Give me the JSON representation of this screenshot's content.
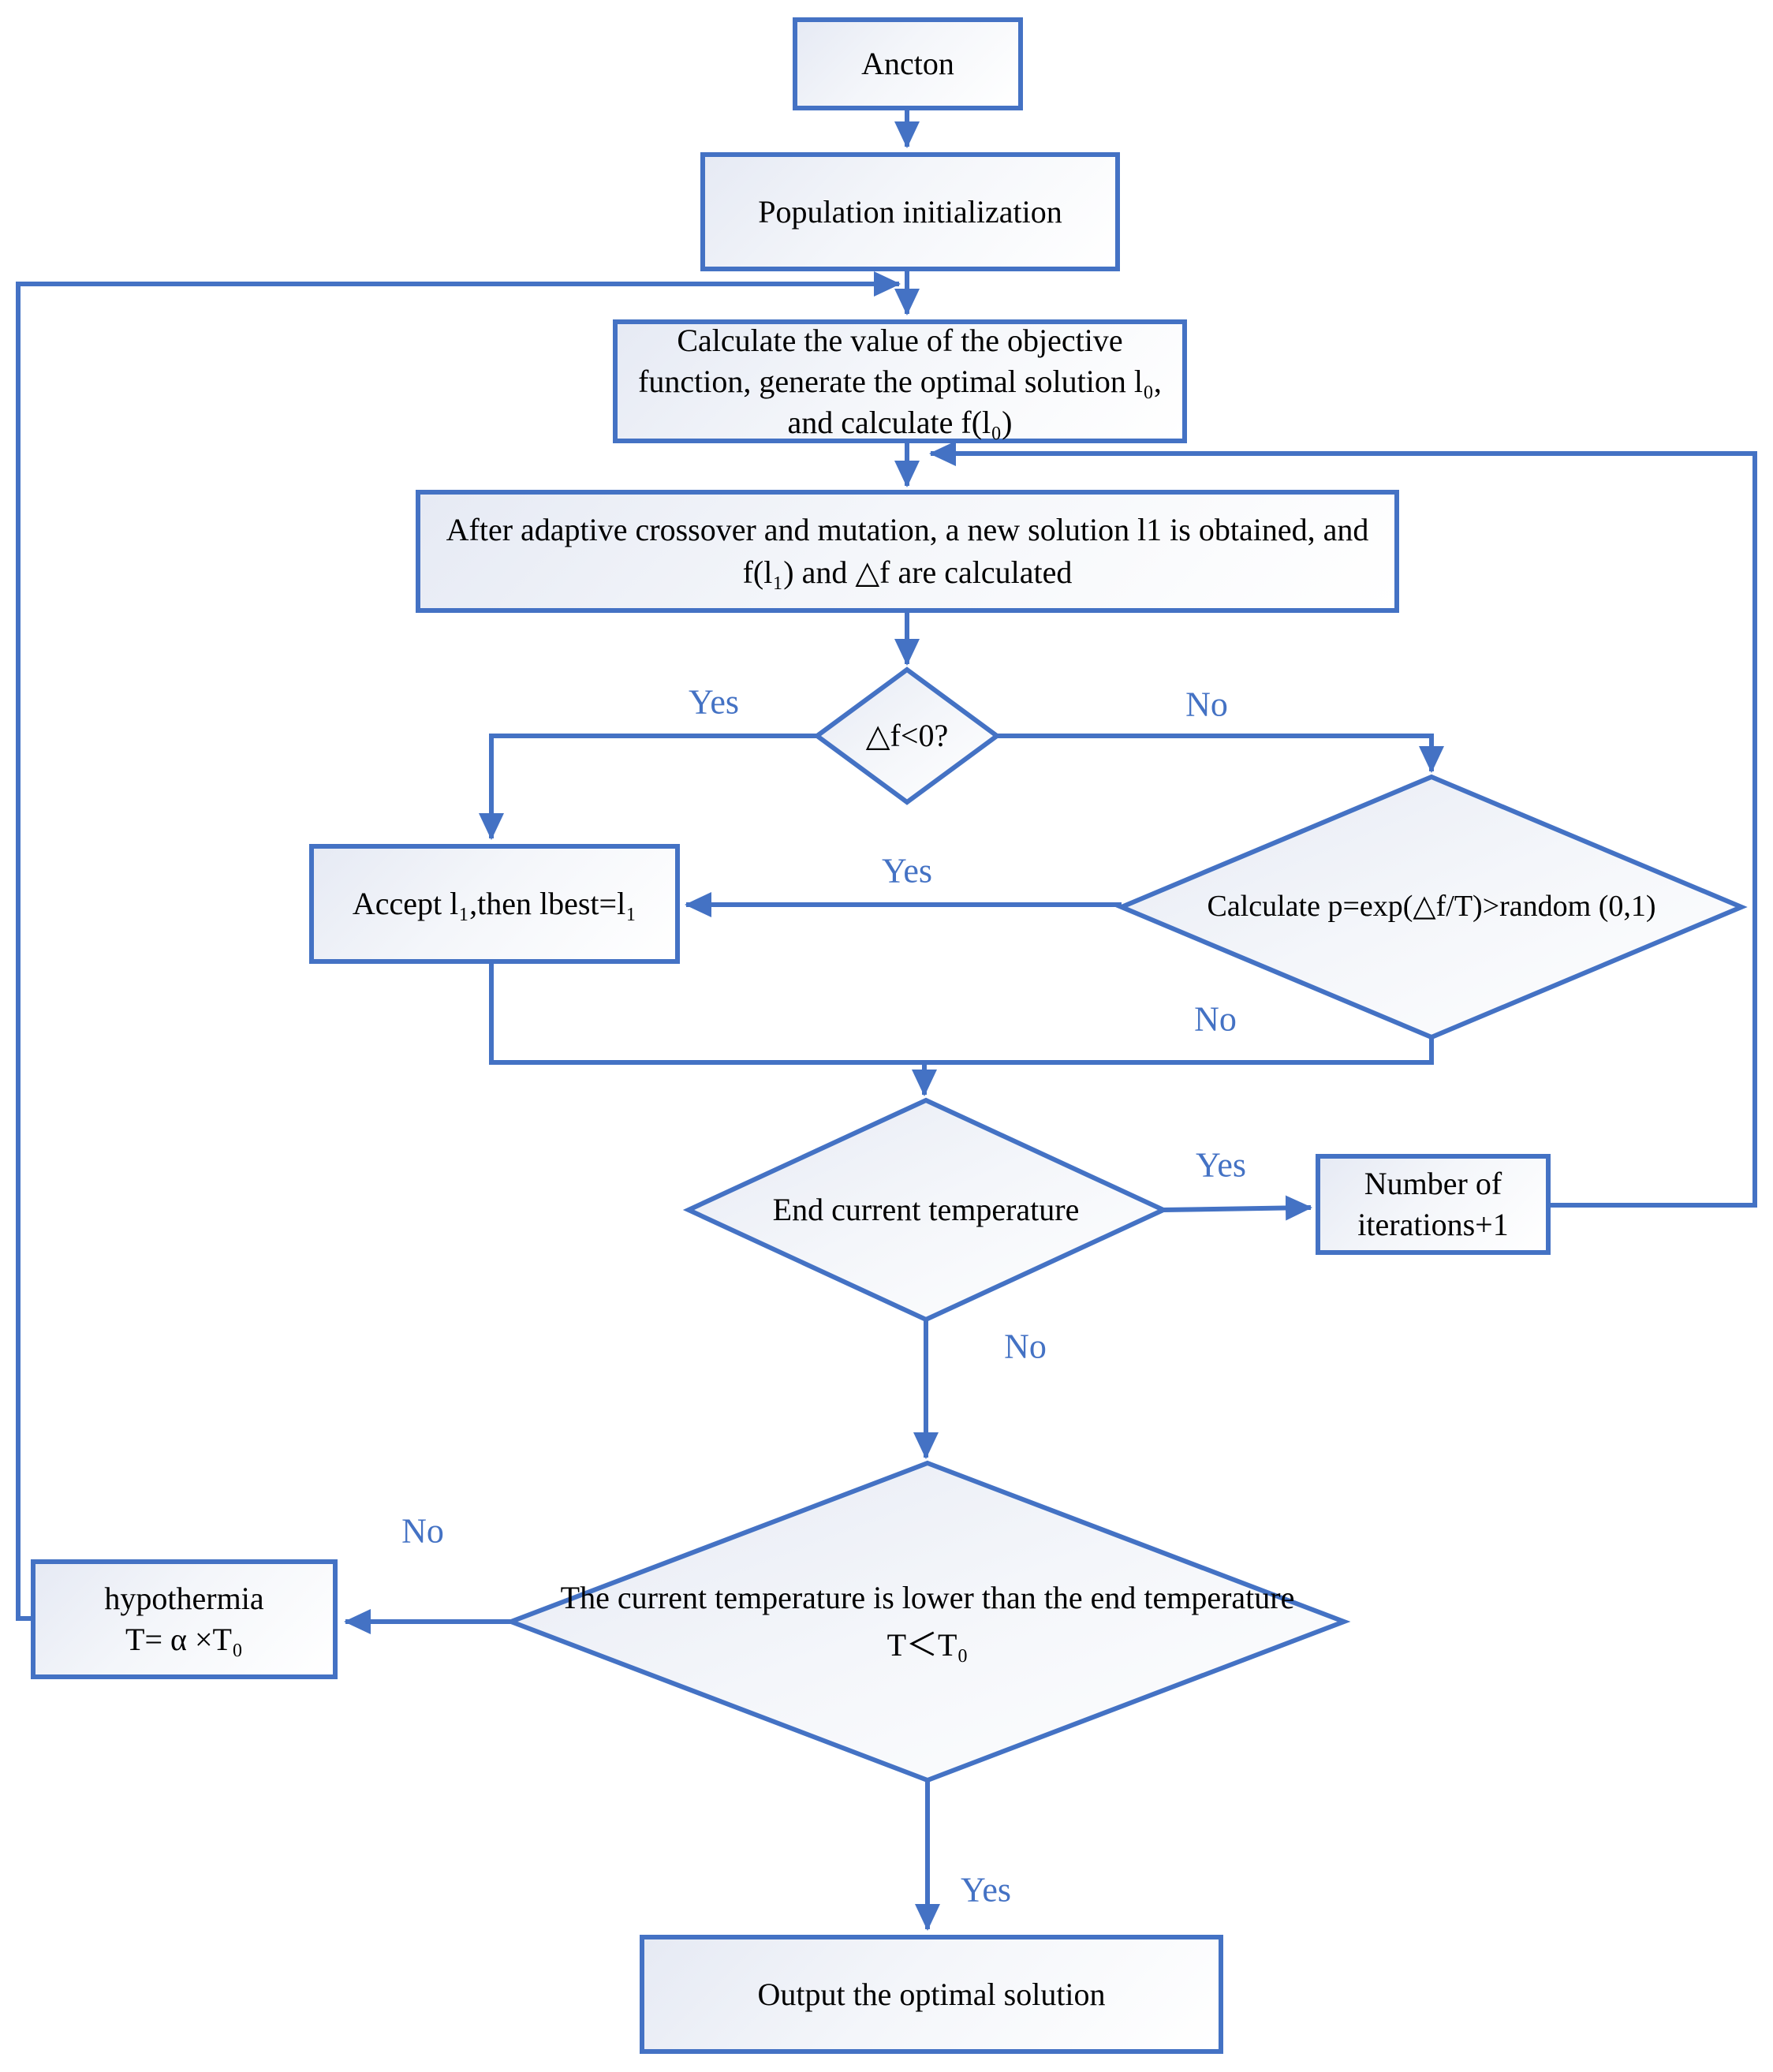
{
  "diagram": {
    "accent_color": "#4472C4",
    "node_fill_top": "#e6eaf4",
    "node_fill_bottom": "#ffffff",
    "text_color": "#000000",
    "nodes": {
      "start": "Ancton",
      "population": "Population initialization",
      "calculate": "Calculate the value of the objective function, generate the optimal solution l₀, and calculate f(l₀)",
      "adaptive": "After adaptive crossover and mutation, a new solution l1 is obtained, and f(l₁) and △f are calculated",
      "delta_check": "△f<0?",
      "accept": "Accept l₁,then lbest=l₁",
      "metropolis": "Calculate p=exp(△f/T)>random (0,1)",
      "end_temp": "End current temperature",
      "iterations": "Number of iterations+1",
      "temp_check": "The current temperature is lower than the end temperature T＜T₀",
      "hypothermia": "hypothermia\nT= α ×T₀",
      "output": "Output the optimal solution"
    },
    "labels": {
      "d1_yes": "Yes",
      "d1_no": "No",
      "d2_yes": "Yes",
      "d2_no": "No",
      "d3_yes": "Yes",
      "d3_no": "No",
      "d4_yes": "Yes",
      "d4_no": "No"
    }
  }
}
